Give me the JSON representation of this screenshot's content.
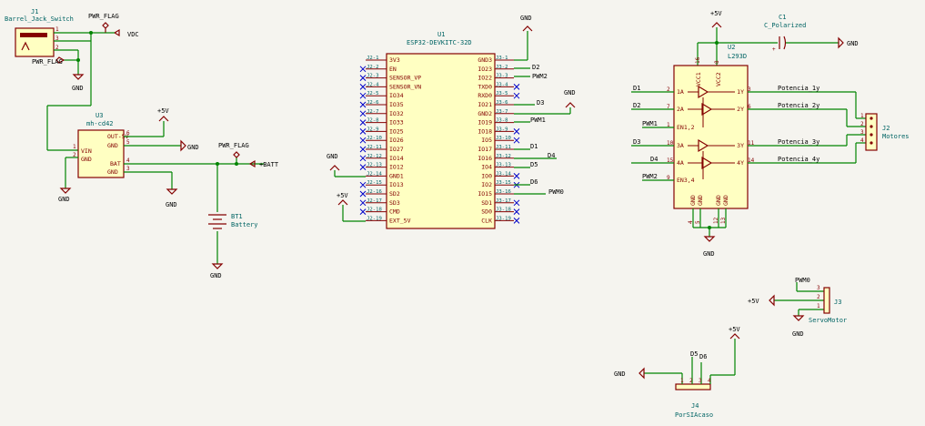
{
  "components": {
    "j1": {
      "ref": "J1",
      "value": "Barrel_Jack_Switch",
      "pins": [
        "1",
        "3",
        "2"
      ]
    },
    "u3": {
      "ref": "U3",
      "value": "mh-cd42",
      "left_pins": [
        {
          "num": "1",
          "name": "VIN"
        },
        {
          "num": "2",
          "name": "GND"
        }
      ],
      "right_pins": [
        {
          "num": "6",
          "name": "OUT-5V"
        },
        {
          "num": "5",
          "name": "GND"
        },
        {
          "num": "4",
          "name": "BAT"
        },
        {
          "num": "3",
          "name": "GND"
        }
      ]
    },
    "bt1": {
      "ref": "BT1",
      "value": "Battery"
    },
    "u1": {
      "ref": "U1",
      "value": "ESP32-DEVKITC-32D",
      "left_pins": [
        {
          "num": "J2-1",
          "name": "3V3"
        },
        {
          "num": "J2-2",
          "name": "EN"
        },
        {
          "num": "J2-3",
          "name": "SENSOR_VP"
        },
        {
          "num": "J2-4",
          "name": "SENSOR_VN"
        },
        {
          "num": "J2-5",
          "name": "IO34"
        },
        {
          "num": "J2-6",
          "name": "IO35"
        },
        {
          "num": "J2-7",
          "name": "IO32"
        },
        {
          "num": "J2-8",
          "name": "IO33"
        },
        {
          "num": "J2-9",
          "name": "IO25"
        },
        {
          "num": "J2-10",
          "name": "IO26"
        },
        {
          "num": "J2-11",
          "name": "IO27"
        },
        {
          "num": "J2-12",
          "name": "IO14"
        },
        {
          "num": "J2-13",
          "name": "IO12"
        },
        {
          "num": "J2-14",
          "name": "GND1"
        },
        {
          "num": "J2-15",
          "name": "IO13"
        },
        {
          "num": "J2-16",
          "name": "SD2"
        },
        {
          "num": "J2-17",
          "name": "SD3"
        },
        {
          "num": "J2-18",
          "name": "CMD"
        },
        {
          "num": "J2-19",
          "name": "EXT_5V"
        }
      ],
      "right_pins": [
        {
          "num": "J3-1",
          "name": "GND3"
        },
        {
          "num": "J3-2",
          "name": "IO23"
        },
        {
          "num": "J3-3",
          "name": "IO22"
        },
        {
          "num": "J3-4",
          "name": "TXD0"
        },
        {
          "num": "J3-5",
          "name": "RXD0"
        },
        {
          "num": "J3-6",
          "name": "IO21"
        },
        {
          "num": "J3-7",
          "name": "GND2"
        },
        {
          "num": "J3-8",
          "name": "IO19"
        },
        {
          "num": "J3-9",
          "name": "IO18"
        },
        {
          "num": "J3-10",
          "name": "IO5"
        },
        {
          "num": "J3-11",
          "name": "IO17"
        },
        {
          "num": "J3-12",
          "name": "IO16"
        },
        {
          "num": "J3-13",
          "name": "IO4"
        },
        {
          "num": "J3-14",
          "name": "IO0"
        },
        {
          "num": "J3-15",
          "name": "IO2"
        },
        {
          "num": "J3-16",
          "name": "IO15"
        },
        {
          "num": "J3-17",
          "name": "SD1"
        },
        {
          "num": "J3-18",
          "name": "SD0"
        },
        {
          "num": "J3-19",
          "name": "CLK"
        }
      ]
    },
    "c1": {
      "ref": "C1",
      "value": "C_Polarized"
    },
    "u2": {
      "ref": "U2",
      "value": "L293D",
      "top_pins": [
        {
          "num": "16",
          "name": "VCC1"
        },
        {
          "num": "8",
          "name": "VCC2"
        }
      ],
      "left_pins": [
        {
          "num": "2",
          "name": "1A"
        },
        {
          "num": "7",
          "name": "2A"
        },
        {
          "num": "1",
          "name": "EN1,2"
        },
        {
          "num": "10",
          "name": "3A"
        },
        {
          "num": "15",
          "name": "4A"
        },
        {
          "num": "9",
          "name": "EN3,4"
        }
      ],
      "right_pins": [
        {
          "num": "3",
          "name": "1Y"
        },
        {
          "num": "6",
          "name": "2Y"
        },
        {
          "num": "11",
          "name": "3Y"
        },
        {
          "num": "14",
          "name": "4Y"
        }
      ],
      "bottom_pins": [
        {
          "num": "4",
          "name": "GND"
        },
        {
          "num": "5",
          "name": "GND"
        },
        {
          "num": "12",
          "name": "GND"
        },
        {
          "num": "13",
          "name": "GND"
        }
      ]
    },
    "j2": {
      "ref": "J2",
      "value": "Motores",
      "pins": [
        "1",
        "2",
        "3",
        "4"
      ]
    },
    "j3": {
      "ref": "J3",
      "value": "ServoMotor",
      "pins": [
        "3",
        "2",
        "1"
      ]
    },
    "j4": {
      "ref": "J4",
      "value": "PorSIAcaso",
      "pins": [
        "1",
        "2",
        "3",
        "4"
      ]
    }
  },
  "power": {
    "gnd": "GND",
    "vdc": "VDC",
    "p5v": "+5V",
    "pbatt": "+BATT",
    "pwr_flag": "PWR_FLAG"
  },
  "nets": {
    "d1": "D1",
    "d2": "D2",
    "d3": "D3",
    "d4": "D4",
    "d5": "D5",
    "d6": "D6",
    "pwm1": "PWM1",
    "pwm2": "PWM2",
    "pwm0": "PWM0",
    "pot1": "Potencia_1y",
    "pot2": "Potencia_2y",
    "pot3": "Potencia_3y",
    "pot4": "Potencia_4y"
  },
  "colors": {
    "wire": "#008400",
    "symbol": "#840000",
    "ref": "#006464",
    "ic_fill": "#ffffc2",
    "background": "#f5f4ef",
    "noconnect": "#0000c8"
  }
}
